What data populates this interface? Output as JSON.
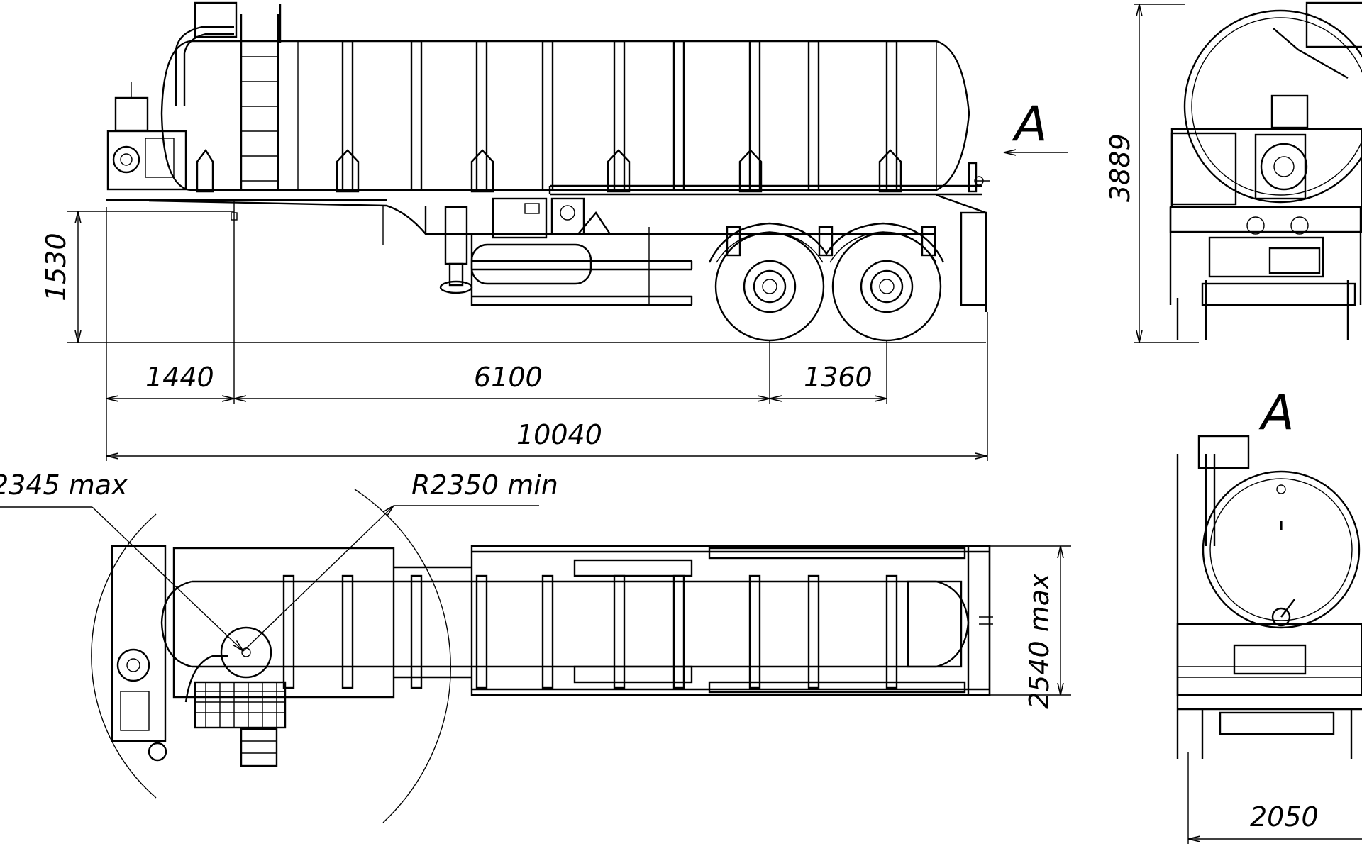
{
  "dimensions": {
    "overall_length": "10040",
    "front_overhang": "1440",
    "wheelbase": "6100",
    "axle_spread": "1360",
    "coupling_height": "1530",
    "overall_height": "3889",
    "overall_width": "2540 max",
    "track_width": "2050",
    "front_swing_radius": "2345 max",
    "turning_radius": "R2350 min"
  },
  "view_labels": {
    "arrow_label": "A",
    "rear_view_label": "A"
  },
  "icons": [
    "view-direction-arrow-icon",
    "wheel-icon",
    "ladder-icon",
    "pump-unit-icon"
  ]
}
